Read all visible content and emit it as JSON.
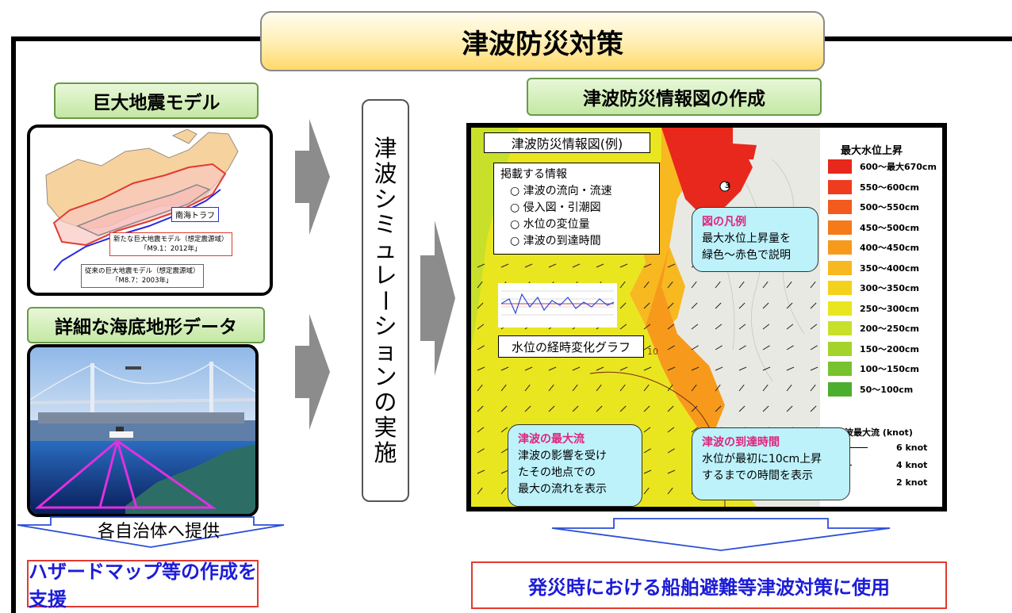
{
  "title": "津波防災対策",
  "left": {
    "quake_label": "巨大地震モデル",
    "quake_map": {
      "trough_label": "南海トラフ",
      "new_model": [
        "新たな巨大地震モデル（想定震源域）",
        "「M9.1：2012年」"
      ],
      "old_model": [
        "従来の巨大地震モデル（想定震源域）",
        "「M8.7：2003年」"
      ]
    },
    "seabed_label": "詳細な海底地形データ",
    "provide_label": "各自治体へ提供",
    "support_label": "ハザードマップ等の作成を支援"
  },
  "simulation_label": "津波シミュレーションの実施",
  "right": {
    "info_map_label": "津波防災情報図の作成",
    "example_label": "津波防災情報図(例)",
    "info_items_title": "掲載する情報",
    "info_items": [
      "○ 津波の流向・流速",
      "○ 侵入図・引潮図",
      "○ 水位の変位量",
      "○ 津波の到達時間"
    ],
    "graph_caption": "水位の経時変化グラフ",
    "map_number": "3",
    "contour_label": "10",
    "legend_callout": {
      "title": "図の凡例",
      "lines": [
        "最大水位上昇量を",
        "緑色～赤色で説明"
      ]
    },
    "flow_callout": {
      "title": "津波の最大流",
      "lines": [
        "津波の影響を受け",
        "たその地点での",
        "最大の流れを表示"
      ]
    },
    "arrival_callout": {
      "title": "津波の到達時間",
      "lines": [
        "水位が最初に10cm上昇",
        "するまでの時間を表示"
      ]
    },
    "legend": {
      "title": "最大水位上昇",
      "rows": [
        {
          "label": "600～最大670cm",
          "color": "#e8281c"
        },
        {
          "label": "550～600cm",
          "color": "#ee3c1e"
        },
        {
          "label": "500～550cm",
          "color": "#f25a1e"
        },
        {
          "label": "450～500cm",
          "color": "#f57a1a"
        },
        {
          "label": "400～450cm",
          "color": "#f79a1c"
        },
        {
          "label": "350～400cm",
          "color": "#f8b820"
        },
        {
          "label": "300～350cm",
          "color": "#f4d21c"
        },
        {
          "label": "250～300cm",
          "color": "#e9e620"
        },
        {
          "label": "200～250cm",
          "color": "#c8e02a"
        },
        {
          "label": "150～200cm",
          "color": "#a4d42c"
        },
        {
          "label": "100～150cm",
          "color": "#78c22e"
        },
        {
          "label": "50～100cm",
          "color": "#4cae2e"
        }
      ],
      "flow_title": "津波最大流 (knot)",
      "flow_rows": [
        "6 knot",
        "4 knot",
        "2 knot"
      ]
    },
    "use_label": "発災時における船舶避難等津波対策に使用"
  }
}
